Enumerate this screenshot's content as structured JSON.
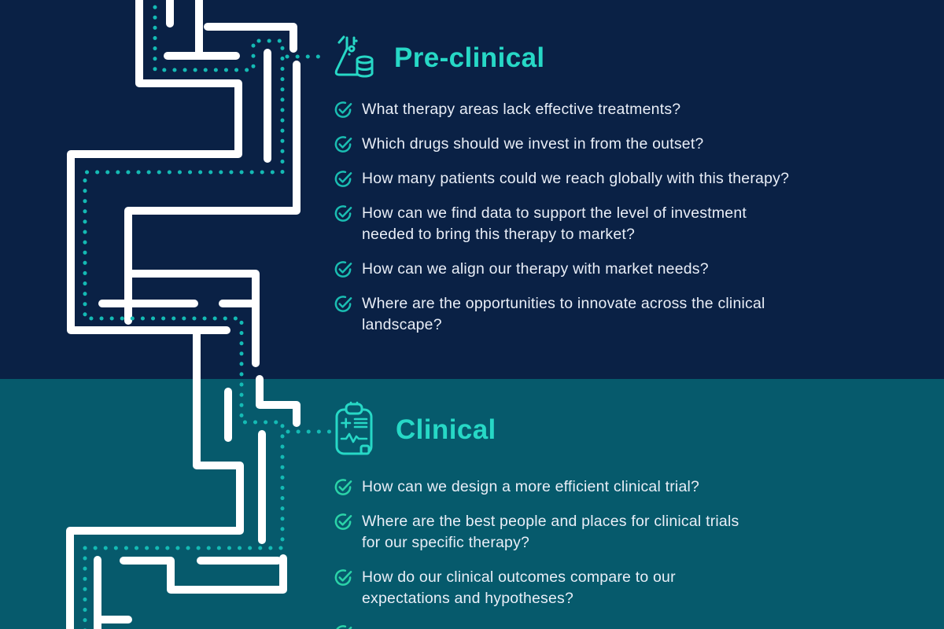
{
  "palette": {
    "navy_bg": "#0a2145",
    "teal_bg": "#065a6c",
    "heading": "#27d8c6",
    "body_text": "#e9eef7",
    "check_pre": "#1abdb2",
    "check_clinical": "#2bd3a8",
    "maze_line": "#ffffff",
    "dotted_path": "#14bab4"
  },
  "sections": [
    {
      "title": "Pre-clinical",
      "icon": "flask-data-icon",
      "items": [
        "What therapy areas lack effective treatments?",
        "Which drugs should we invest in from the outset?",
        "How many patients could we reach globally with this therapy?",
        "How can we find data to support the level of investment\nneeded to bring this therapy to market?",
        "How can we align our therapy with market needs?",
        "Where are the opportunities to innovate across the clinical\nlandscape?"
      ]
    },
    {
      "title": "Clinical",
      "icon": "clipboard-pulse-icon",
      "items": [
        "How can we design a more efficient clinical trial?",
        "Where are the best people and places for clinical trials\nfor our specific therapy?",
        "How do our clinical outcomes compare to our\nexpectations and hypotheses?",
        ""
      ]
    }
  ]
}
